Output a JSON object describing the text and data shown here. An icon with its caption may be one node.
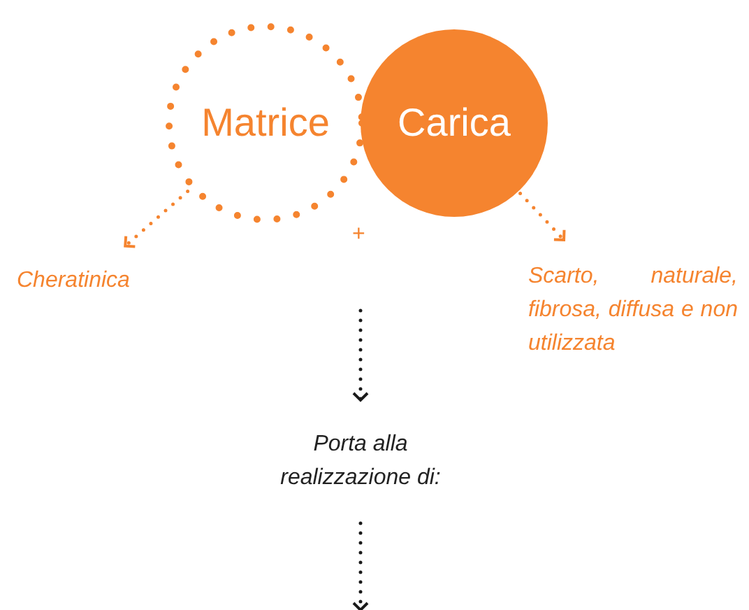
{
  "diagram": {
    "nodes": [
      {
        "text": [
          "Matrice"
        ]
      },
      {
        "text": [
          "Carica"
        ]
      },
      {
        "text": [
          "Cheratinica"
        ]
      },
      {
        "text": [
          "Scarto, naturale, fibrosa, diffusa e non utilizzata"
        ]
      },
      {
        "text": [
          "Porta alla realizzazione di:"
        ]
      }
    ],
    "edges": [
      {
        "from": 0,
        "to": 2,
        "arrow": "to",
        "style": "dashed",
        "color": "#f5842f"
      },
      {
        "from": 1,
        "to": 3,
        "arrow": "to",
        "style": "dashed",
        "color": "#f5842f"
      },
      {
        "from": null,
        "to": 4,
        "arrow": "to",
        "style": "dashed",
        "color": "#1a1a1a"
      },
      {
        "from": 4,
        "to": null,
        "arrow": "to",
        "style": "dashed",
        "color": "#1a1a1a"
      }
    ],
    "labels": [
      "+"
    ]
  }
}
